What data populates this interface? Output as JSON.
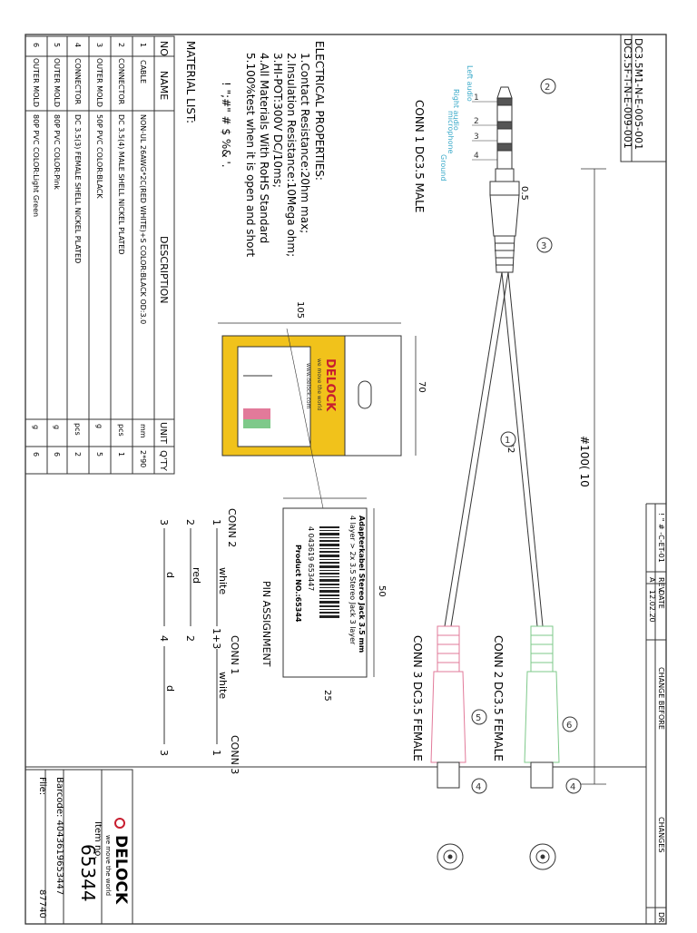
{
  "part_numbers": {
    "line1": "DC3.5M1-N-E-005-001",
    "line2": "DC3.5F-T-N-E-009-001"
  },
  "electrical": {
    "title": "ELECTRICAL PROPERTIES:",
    "items": [
      "1.Contact Resistance:20hm max;",
      "2.Insulation Resistance:10Mega ohm;",
      "3.HI-POT:300V DC/10ms;",
      "4.All Materials With RoHS Standard",
      "5.100%test when it is open and short"
    ],
    "extra": "! \";#\" # $ %& '."
  },
  "material": {
    "title": "MATERIAL LIST:",
    "headers": {
      "no": "NO",
      "name": "NAME",
      "desc": "DESCRIPTION",
      "unit": "UNIT",
      "qty": "Q'TY"
    },
    "rows": [
      {
        "no": "1",
        "name": "CABLE",
        "desc": "NON-UL 26AWG*2C(RED WHITE)+S COLOR:BLACK OD:3.0",
        "unit": "mm",
        "qty": "2*90"
      },
      {
        "no": "2",
        "name": "CONNECTOR",
        "desc": "DC 3.5(4) MALE SHELL NICKEL PLATED",
        "unit": "pcs",
        "qty": "1"
      },
      {
        "no": "3",
        "name": "OUTER MOLD",
        "desc": "50P PVC COLOR:BLACK",
        "unit": "g",
        "qty": "5"
      },
      {
        "no": "4",
        "name": "CONNECTOR",
        "desc": "DC 3.5(3) FEMALE SHELL NICKEL PLATED",
        "unit": "pcs",
        "qty": "2"
      },
      {
        "no": "5",
        "name": "OUTER MOLD",
        "desc": "80P PVC COLOR:Pink",
        "unit": "g",
        "qty": "6"
      },
      {
        "no": "6",
        "name": "OUTER MOLD",
        "desc": "80P PVC COLOR:Light Green",
        "unit": "g",
        "qty": "6"
      }
    ]
  },
  "conn1": {
    "label": "CONN 1 DC3.5 MALE",
    "signals": [
      "Left audio",
      "Right audio",
      "microphone",
      "Ground"
    ],
    "pins": [
      "1",
      "2",
      "3",
      "4"
    ],
    "dim_tip": "0.5"
  },
  "conn2_label": "CONN 2 DC3.5 FEMALE",
  "conn3_label": "CONN 3 DC3.5 FEMALE",
  "cable_length": "#100( 10",
  "cable_ref": "*2",
  "balloons": [
    "1",
    "2",
    "3",
    "4",
    "5",
    "6"
  ],
  "package": {
    "width": "105",
    "height": "70",
    "brand": "DELOCK",
    "slogan": "we move the world",
    "web": "www.delock.com"
  },
  "label": {
    "line1": "Adapterkabel Stereo Jack 3.5 mm",
    "line2": "4 layer > 2x 3.5 Stereo Jack 3 layer",
    "barcode": "4 043619 653447",
    "product": "Product NO.:65344",
    "w": "50",
    "h": "25"
  },
  "pin_assignment": {
    "title": "PIN ASSIGNMENT",
    "headers": [
      "CONN 2",
      "CONN 1",
      "CONN 3"
    ],
    "rows": [
      {
        "c2": "1",
        "wire": "white",
        "c1": "1+3",
        "wire2": "white",
        "c3": "1"
      },
      {
        "c2": "2",
        "wire": "red",
        "c1": "2",
        "wire2": "",
        "c3": ""
      },
      {
        "c2": "3",
        "wire": "d",
        "c1": "4",
        "wire2": "d",
        "c3": "3"
      }
    ]
  },
  "revision": {
    "rev_header": "REV.",
    "date_header": "DATE",
    "change_before": "CHANGE BEFORE",
    "changes": "CHANGES",
    "dr": "DR",
    "rev": "A",
    "date": "12.02.20",
    "ecn": "! \" # -C-ET-01"
  },
  "title_block": {
    "brand": "DELOCK",
    "slogan": "we move the world",
    "item_label": "Item no.",
    "item_no": "65344",
    "barcode": "Barcode: 4043619653447",
    "file_label": "File:",
    "file_no": "87740"
  },
  "colors": {
    "line": "#333333",
    "pink": "#e27a9a",
    "green": "#7ec98a",
    "cyan": "#39a9c9",
    "package": "#f1c21b"
  }
}
